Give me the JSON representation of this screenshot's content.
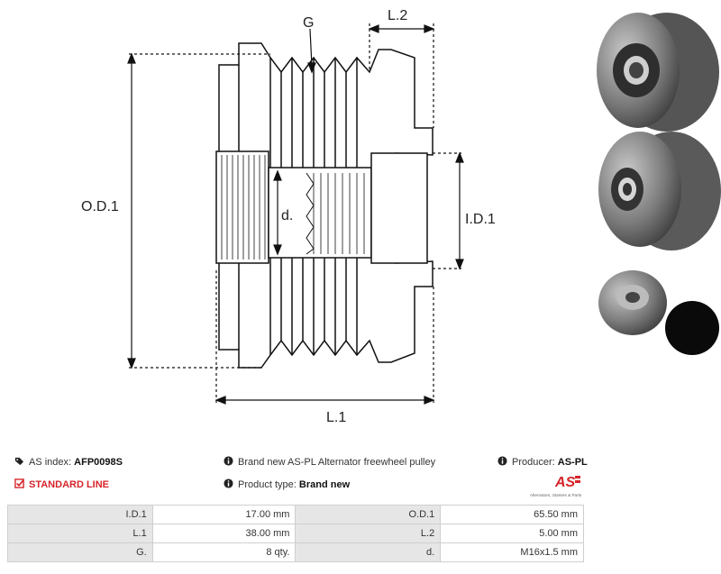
{
  "drawing": {
    "labels": {
      "g": "G",
      "l2": "L.2",
      "od1": "O.D.1",
      "d": "d.",
      "id1": "I.D.1",
      "l1": "L.1"
    }
  },
  "info": {
    "as_index_label": "AS index:",
    "as_index_value": "AFP0098S",
    "standard_line": "STANDARD LINE",
    "description": "Brand new AS-PL Alternator freewheel pulley",
    "product_type_label": "Product type:",
    "product_type_value": "Brand new",
    "producer_label": "Producer:",
    "producer_value": "AS-PL",
    "logo_text": "AS",
    "logo_tagline": "Alternators, Starters & Parts"
  },
  "colors": {
    "accent_red": "#d5242a",
    "label_cell_bg": "#e6e6e6"
  },
  "icons": [
    "tag-icon",
    "check-square-icon",
    "info-icon"
  ],
  "specs": [
    {
      "label1": "I.D.1",
      "value1": "17.00 mm",
      "label2": "O.D.1",
      "value2": "65.50 mm"
    },
    {
      "label1": "L.1",
      "value1": "38.00 mm",
      "label2": "L.2",
      "value2": "5.00 mm"
    },
    {
      "label1": "G.",
      "value1": "8 qty.",
      "label2": "d.",
      "value2": "M16x1.5 mm"
    }
  ]
}
